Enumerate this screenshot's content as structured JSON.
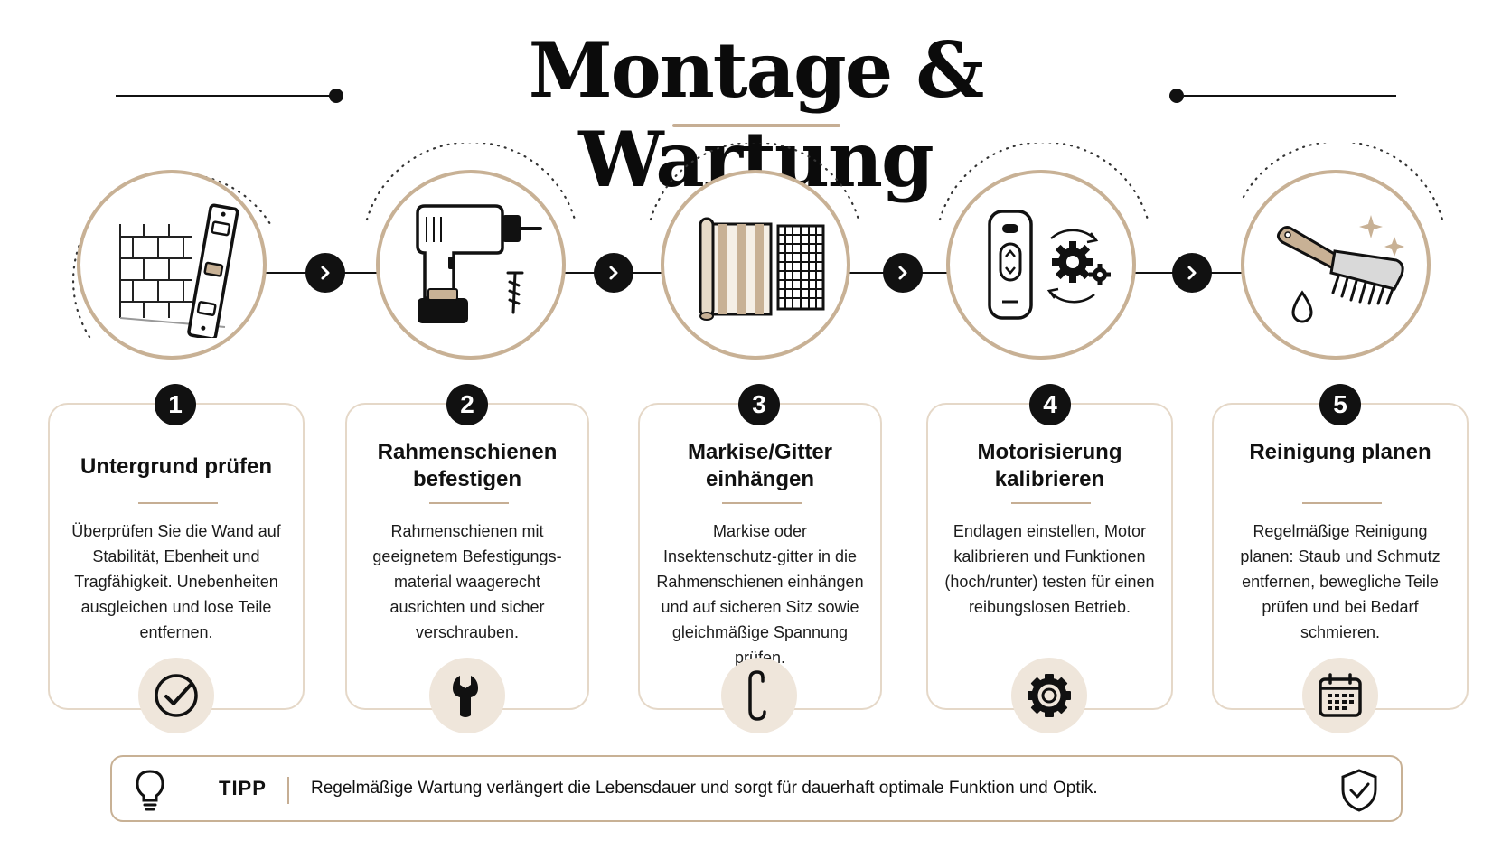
{
  "header": {
    "title": "Montage & Wartung"
  },
  "steps": [
    {
      "number": "1",
      "title": "Untergrund prüfen",
      "text": "Überprüfen Sie die Wand auf Stabilität, Ebenheit und Tragfähigkeit. Unebenheiten ausgleichen und lose Teile entfernen.",
      "illustration": "wall-and-spirit-level-icon",
      "footer_icon": "checkmark-icon"
    },
    {
      "number": "2",
      "title": "Rahmenschienen befestigen",
      "text": "Rahmenschienen mit geeignetem Befestigungs-material waagerecht ausrichten und sicher verschrauben.",
      "illustration": "cordless-drill-and-screw-icon",
      "footer_icon": "wrench-icon"
    },
    {
      "number": "3",
      "title": "Markise/Gitter einhängen",
      "text": "Markise oder Insektenschutz-gitter in die Rahmenschienen einhängen und auf sicheren Sitz sowie gleichmäßige Spannung prüfen.",
      "illustration": "awning-fabric-and-insect-screen-icon",
      "footer_icon": "hook-icon"
    },
    {
      "number": "4",
      "title": "Motorisierung kalibrieren",
      "text": "Endlagen einstellen, Motor kalibrieren und Funktionen (hoch/runter) testen für einen reibungslosen Betrieb.",
      "illustration": "remote-control-and-gears-icon",
      "footer_icon": "gear-icon"
    },
    {
      "number": "5",
      "title": "Reinigung planen",
      "text": "Regelmäßige Reinigung planen: Staub und Schmutz entfernen, bewegliche Teile prüfen und bei Bedarf schmieren.",
      "illustration": "cleaning-brush-icon",
      "footer_icon": "calendar-icon"
    }
  ],
  "tip": {
    "label": "TIPP",
    "text": "Regelmäßige Wartung verlängert die Lebensdauer und sorgt für dauerhaft optimale Funktion und Optik.",
    "icon": "lightbulb-icon",
    "trailing_icon": "shield-check-icon"
  },
  "colors": {
    "accent": "#c8b195",
    "accent_light": "#efe6db",
    "dark": "#111111",
    "card_border": "#e5d8c8"
  }
}
